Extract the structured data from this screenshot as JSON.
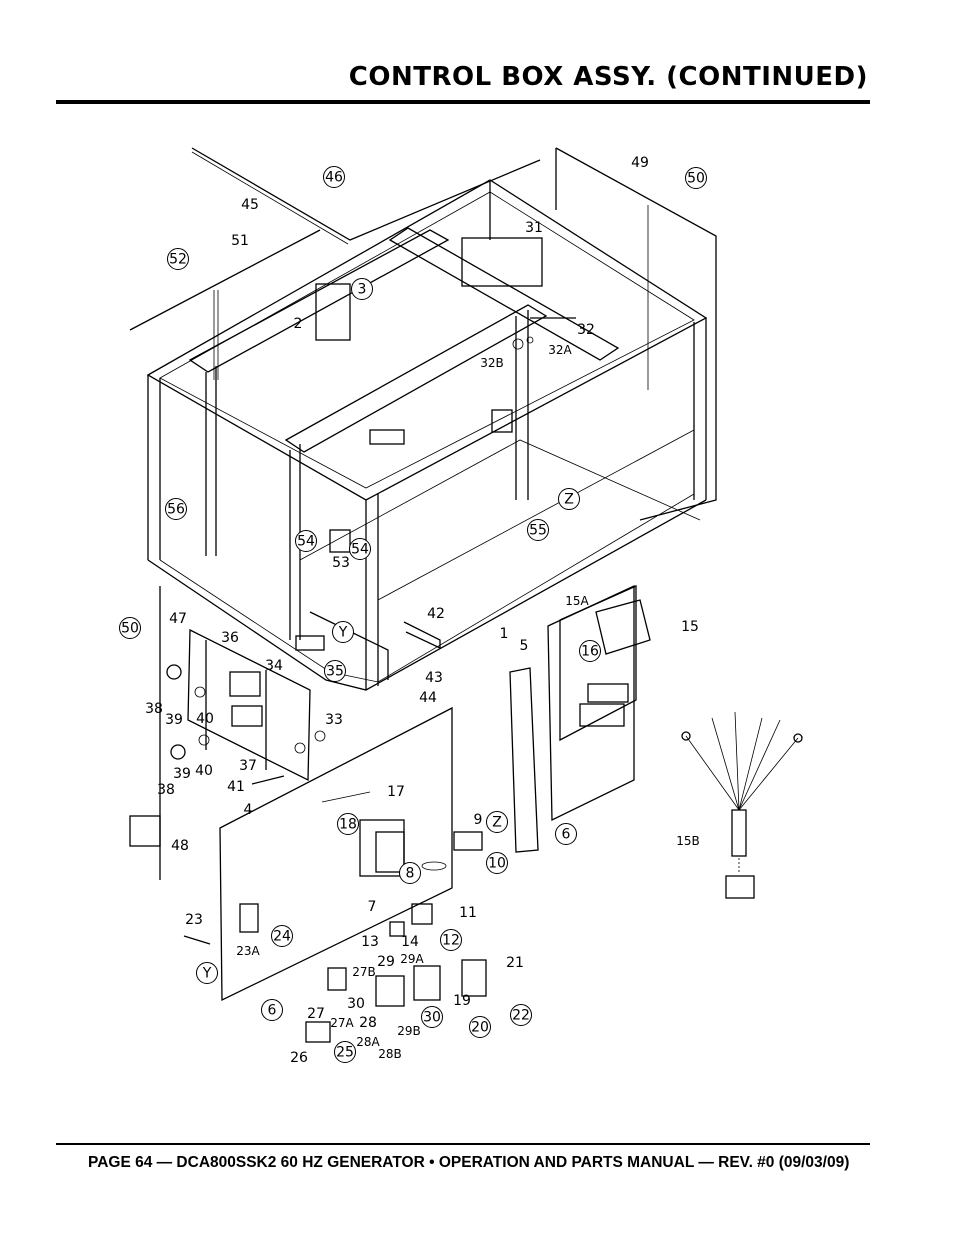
{
  "header": {
    "title": "CONTROL BOX ASSY. (CONTINUED)"
  },
  "footer": {
    "text": "PAGE 64 — DCA800SSK2 60 HZ GENERATOR • OPERATION AND PARTS MANUAL — REV. #0 (09/03/09)"
  },
  "diagram": {
    "circled_labels": [
      "46",
      "50",
      "52",
      "3",
      "56",
      "54",
      "54",
      "55",
      "Z",
      "Y",
      "50",
      "35",
      "16",
      "Z",
      "6",
      "18",
      "8",
      "10",
      "24",
      "12",
      "Y",
      "6",
      "30",
      "20",
      "22",
      "25"
    ],
    "plain_labels": [
      "45",
      "49",
      "51",
      "31",
      "2",
      "32",
      "32A",
      "32B",
      "53",
      "42",
      "1",
      "43",
      "44",
      "47",
      "36",
      "34",
      "38",
      "39",
      "40",
      "33",
      "37",
      "39",
      "40",
      "38",
      "41",
      "48",
      "15A",
      "15",
      "5",
      "4",
      "17",
      "9",
      "11",
      "7",
      "13",
      "14",
      "23",
      "23A",
      "29",
      "29A",
      "27B",
      "21",
      "19",
      "27",
      "30",
      "28",
      "27A",
      "28A",
      "29B",
      "28B",
      "26",
      "15B"
    ]
  }
}
